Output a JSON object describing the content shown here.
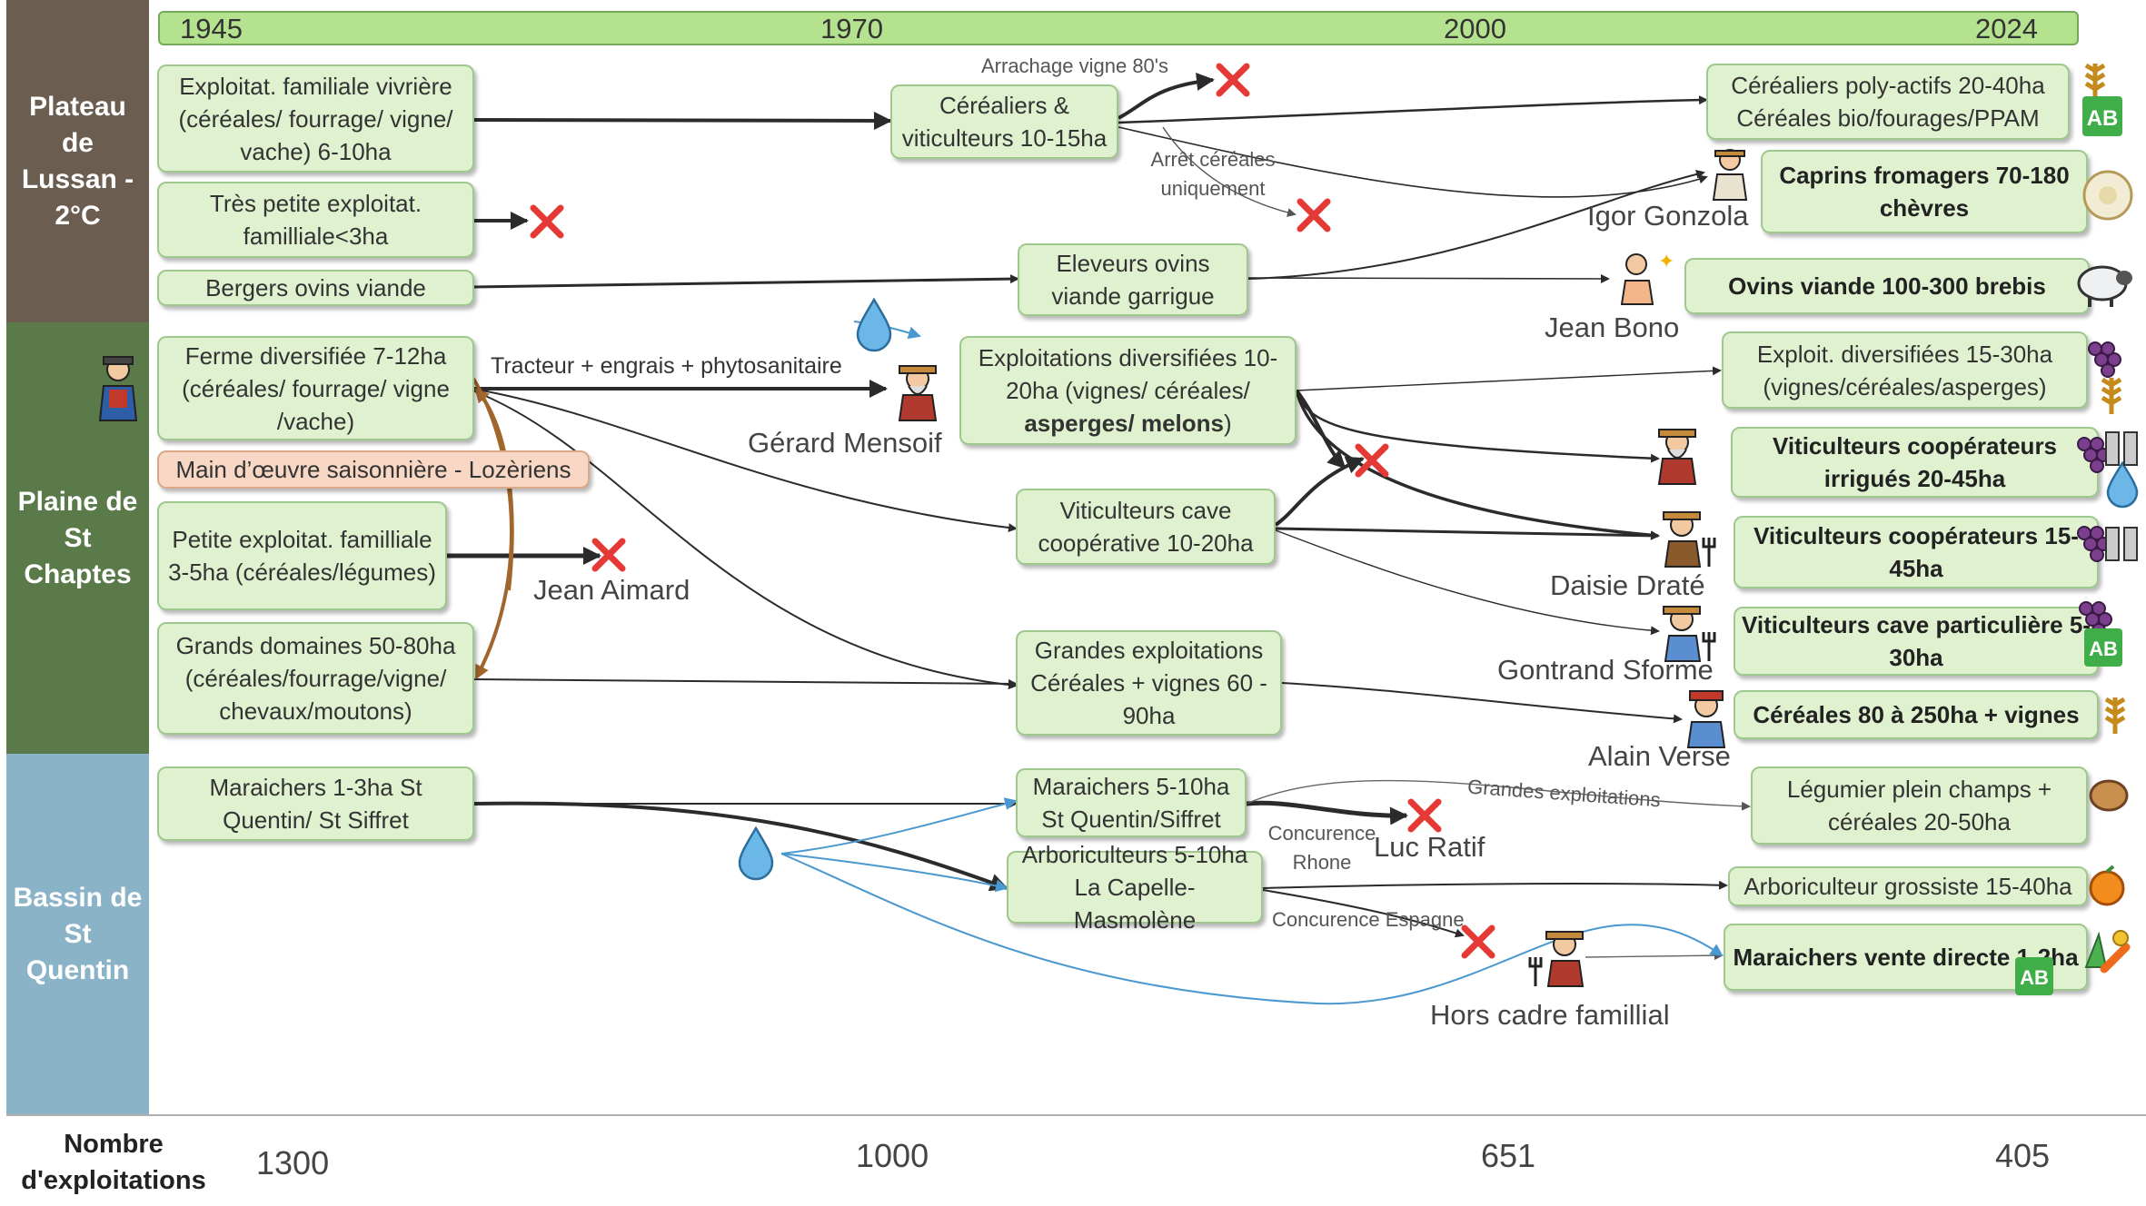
{
  "regions": [
    {
      "label": "Plateau de Lussan - 2°C",
      "color": "#6b5d50"
    },
    {
      "label": "Plaine de St Chaptes",
      "color": "#5a7a4a"
    },
    {
      "label": "Bassin de St Quentin",
      "color": "#8bb3c8"
    }
  ],
  "years": [
    "1945",
    "1970",
    "2000",
    "2024"
  ],
  "nodes": {
    "n_expl_fam": "Exploitat. familiale vivrière (céréales/ fourrage/ vigne/ vache) 6-10ha",
    "n_tres_petite": "Très petite exploitat. familliale<3ha",
    "n_bergers": "Bergers ovins viande",
    "n_cereal_viti": "Céréaliers & viticulteurs 10-15ha",
    "n_eleveurs": "Eleveurs ovins viande garrigue",
    "n_cerealiers_poly_1": "Céréaliers poly-actifs 20-40ha",
    "n_cerealiers_poly_2": "Céréales bio/fourages/PPAM",
    "n_caprins": "Caprins fromagers 70-180 chèvres",
    "n_ovins": "Ovins viande 100-300 brebis",
    "n_ferme_div": "Ferme diversifiée 7-12ha (céréales/ fourrage/ vigne /vache)",
    "n_main_oeuvre": "Main d’œuvre saisonnière - Lozèriens",
    "n_petite_expl": "Petite exploitat. familliale 3-5ha (céréales/légumes)",
    "n_grands_dom": "Grands domaines 50-80ha (céréales/fourrage/vigne/ chevaux/moutons)",
    "n_expl_div_1": "Exploitations diversifiées 10-20ha (vignes/ céréales/",
    "n_expl_div_2": "asperges/ melons",
    "n_expl_div_3": ")",
    "n_viti_cave": "Viticulteurs cave coopérative 10-20ha",
    "n_grandes_expl": "Grandes exploitations Céréales + vignes 60 - 90ha",
    "n_expl_div_2024": "Exploit. diversifiées 15-30ha (vignes/céréales/asperges)",
    "n_viti_irrig": "Viticulteurs coopérateurs irrigués 20-45ha",
    "n_viti_coop": "Viticulteurs coopérateurs 15-45ha",
    "n_viti_part": "Viticulteurs cave particulière 5-30ha",
    "n_cereales_vignes": "Céréales  80 à 250ha + vignes",
    "n_maraichers_1945": "Maraichers 1-3ha St Quentin/ St Siffret",
    "n_maraichers_1970": "Maraichers 5-10ha St Quentin/Siffret",
    "n_arbo_1970": "Arboriculteurs 5-10ha La Capelle-Masmolène",
    "n_legumier": "Légumier plein champs + céréales 20-50ha",
    "n_arbo_grossiste": "Arboriculteur grossiste 15-40ha",
    "n_maraichers_direct": "Maraichers vente directe 1-2ha"
  },
  "edge_labels": {
    "arrachage": "Arrachage vigne 80's",
    "arret": "Arrêt céréales uniquement",
    "tracteur": "Tracteur + engrais + phytosanitaire",
    "grandes_expl": "Grandes exploitations",
    "concurence_rhone": "Concurence Rhone",
    "concurence_espagne": "Concurence Espagne"
  },
  "persons": {
    "igor": "Igor Gonzola",
    "jean_bono": "Jean Bono",
    "gerard": "Gérard Mensoif",
    "jean_aimard": "Jean Aimard",
    "daisie": "Daisie Draté",
    "gontrand": "Gontrand Sforme",
    "alain": "Alain Verse",
    "luc": "Luc Ratif",
    "hors_cadre": "Hors cadre famillial"
  },
  "footer": {
    "title": "Nombre d'exploitations",
    "counts": [
      "1300",
      "1000",
      "651",
      "405"
    ]
  },
  "colors": {
    "node_fill": "#dff1cf",
    "node_border": "#9fc88e",
    "arrow_dark": "#2b2b2b",
    "arrow_brown": "#a0662c",
    "arrow_blue": "#4a98d0",
    "cross": "#e53935"
  }
}
